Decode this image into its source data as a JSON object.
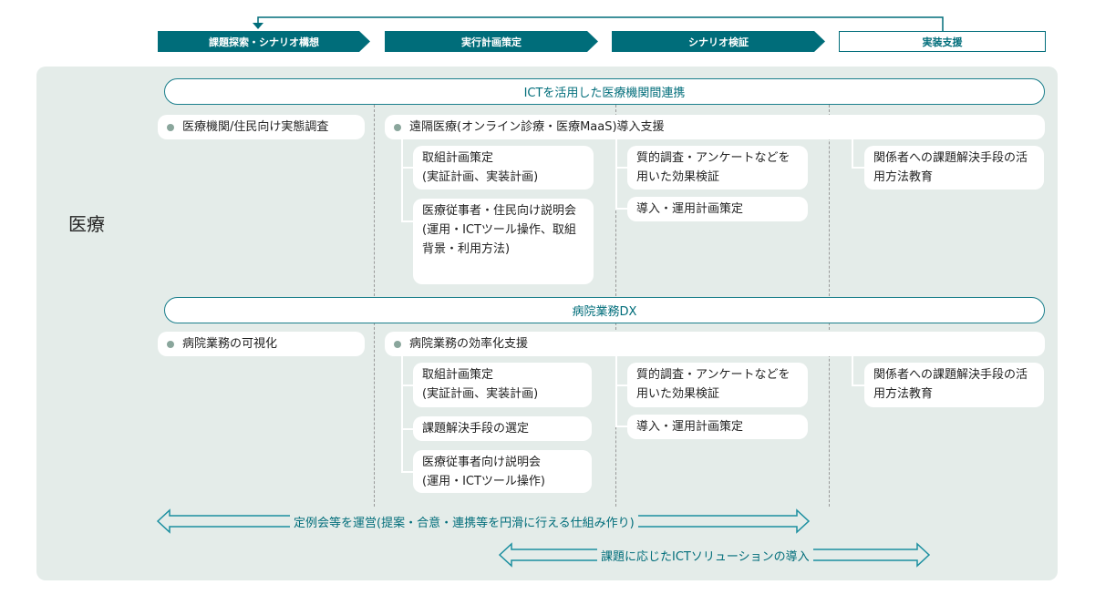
{
  "steps": [
    "課題探索・シナリオ構想",
    "実行計画策定",
    "シナリオ検証",
    "実装支援"
  ],
  "category": "医療",
  "sections": [
    {
      "title": "ICTを活用した医療機関間連携",
      "first_item": "医療機関/住民向け実態調査",
      "main_item": "遠隔医療(オンライン診療・医療MaaS)導入支援",
      "col2": [
        "取組計画策定\n(実証計画、実装計画)",
        "医療従事者・住民向け説明会\n(運用・ICTツール操作、取組背景・利用方法)"
      ],
      "col3": [
        "質的調査・アンケートなどを用いた効果検証",
        "導入・運用計画策定"
      ],
      "col4": [
        "関係者への課題解決手段の活用方法教育"
      ]
    },
    {
      "title": "病院業務DX",
      "first_item": "病院業務の可視化",
      "main_item": "病院業務の効率化支援",
      "col2": [
        "取組計画策定\n(実証計画、実装計画)",
        "課題解決手段の選定",
        "医療従事者向け説明会\n(運用・ICTツール操作)"
      ],
      "col3": [
        "質的調査・アンケートなどを用いた効果検証",
        "導入・運用計画策定"
      ],
      "col4": [
        "関係者への課題解決手段の活用方法教育"
      ]
    }
  ],
  "arrows": [
    "定例会等を運営(提案・合意・連携等を円滑に行える仕組み作り)",
    "課題に応じたICTソリューションの導入"
  ],
  "colors": {
    "accent": "#006d7a",
    "panel": "#e4ece9"
  }
}
